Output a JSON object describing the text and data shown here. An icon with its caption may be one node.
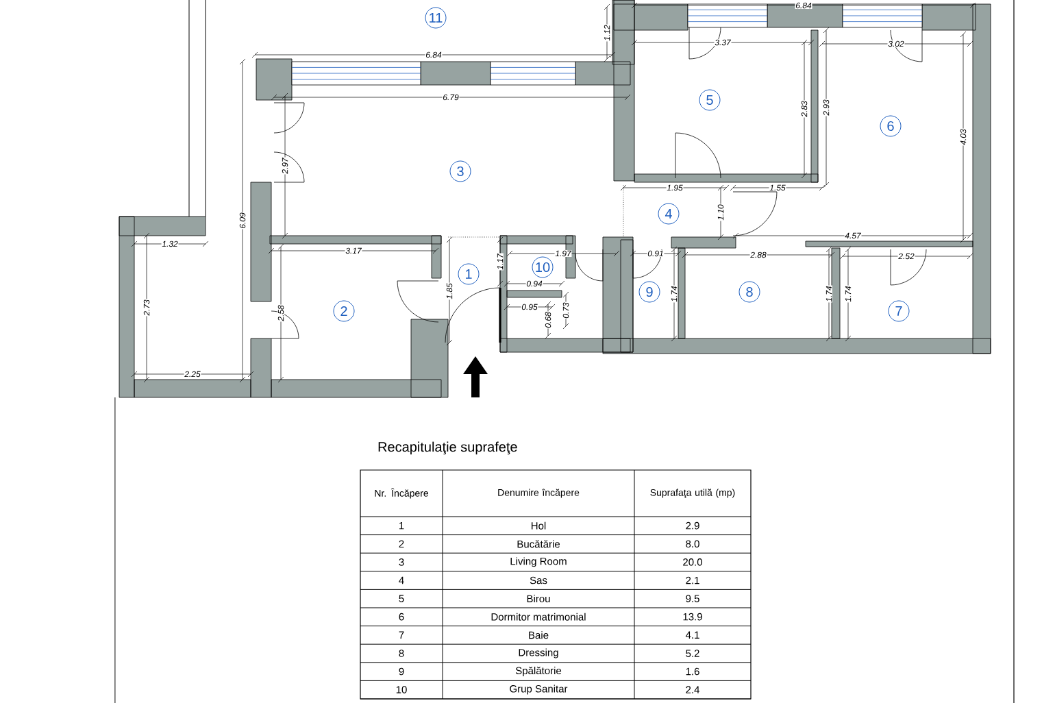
{
  "diagram": {
    "nodes": [
      {
        "text": [
          "11"
        ]
      },
      {
        "text": [
          "5"
        ]
      },
      {
        "text": [
          "6"
        ]
      },
      {
        "text": [
          "3"
        ]
      },
      {
        "text": [
          "4"
        ]
      },
      {
        "text": [
          "10"
        ]
      },
      {
        "text": [
          "1"
        ]
      },
      {
        "text": [
          "9"
        ]
      },
      {
        "text": [
          "8"
        ]
      },
      {
        "text": [
          "2"
        ]
      },
      {
        "text": [
          "7"
        ]
      }
    ],
    "labels": [
      "6.84",
      "1.12",
      "3.37",
      "3.02",
      "6.84",
      "6.79",
      "2.83",
      "2.93",
      "4.03",
      "2.97",
      "1.95",
      "1.55",
      "6.09",
      "1.10",
      "4.57",
      "1.32",
      "3.17",
      "1.17",
      "1.97",
      "0.91",
      "2.88",
      "2.52",
      "1.85",
      "0.94",
      "1.74",
      "1.74",
      "1.74",
      "2.73",
      "2.58",
      "0.95",
      "0.68",
      "0.73",
      "2.25",
      "Recapitulaţie suprafeţe",
      "Nr. Încăpere",
      "Denumire încăpere",
      "Suprafaţa utilă (mp)",
      "1",
      "Hol",
      "2.9",
      "2",
      "Bucătărie",
      "8.0",
      "3",
      "Living Room",
      "20.0",
      "4",
      "Sas",
      "2.1",
      "5",
      "Birou",
      "9.5",
      "6",
      "Dormitor matrimonial",
      "13.9",
      "7",
      "Baie",
      "4.1",
      "8",
      "Dressing",
      "5.2",
      "9",
      "Spălătorie",
      "1.6",
      "10",
      "Grup Sanitar",
      "2.4"
    ]
  }
}
